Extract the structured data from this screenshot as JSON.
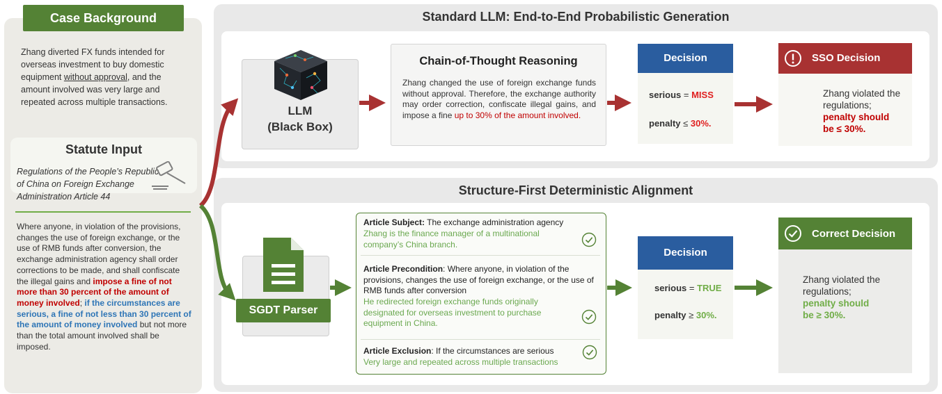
{
  "case": {
    "title": "Case Background",
    "text_1": "Zhang diverted FX funds intended for overseas investment to buy domestic equipment ",
    "text_underlined": "without approval",
    "text_2": ", and the amount involved was very large and repeated across multiple transactions."
  },
  "statute": {
    "title": "Statute Input",
    "regulation": "Regulations of the People’s Republic of China on Foreign Exchange Administration Article 44",
    "body_1": "Where anyone, in violation of the provisions, changes the use of foreign exchange, or the use of RMB funds after conversion, the exchange administration agency shall order corrections to be made, and shall confiscate the illegal gains and ",
    "body_red": "impose a fine of not more than 30 percent of the amount of money involved",
    "body_2": "; ",
    "body_blue": "if the circumstances are serious, a fine of not less than 30 percent of the amount of money involved",
    "body_3": " but not more than the total amount involved shall be imposed."
  },
  "standard": {
    "title": "Standard LLM: End-to-End Probabilistic Generation",
    "llm_label_1": "LLM",
    "llm_label_2": "(Black Box)",
    "cot_title": "Chain-of-Thought Reasoning",
    "cot_text": "Zhang changed the use of foreign exchange funds without approval. Therefore, the exchange authority may order correction, confiscate illegal gains, and impose a fine ",
    "cot_red": "up to 30% of the amount involved.",
    "decision_title": "Decision",
    "serious_label": "serious",
    "serious_eq": " = ",
    "serious_value": "MISS",
    "penalty_label": "penalty",
    "penalty_op": " ≤ ",
    "penalty_value": "30%.",
    "sso_title": "SSO Decision",
    "sso_text": "Zhang violated the regulations;",
    "sso_red_1": "penalty should",
    "sso_red_2": "be ≤ 30%."
  },
  "structure": {
    "title": "Structure-First Deterministic Alignment",
    "parser_label": "SGDT Parser",
    "subject_label": "Article Subject:",
    "subject_text": " The exchange administration agency",
    "subject_green": "Zhang is the finance manager of a multinational company’s China branch.",
    "precondition_label": "Article Precondition",
    "precondition_text": ": Where anyone, in violation of the provisions, changes the use of foreign exchange, or the use of RMB funds after conversion",
    "precondition_green": "He redirected foreign exchange funds originally designated for overseas investment to purchase equipment in China.",
    "exclusion_label": "Article Exclusion",
    "exclusion_text": ": If the circumstances are serious",
    "exclusion_green": "Very large and repeated across multiple transactions",
    "decision_title": "Decision",
    "serious_label": "serious",
    "serious_eq": " = ",
    "serious_value": "TRUE",
    "penalty_label": "penalty",
    "penalty_op": " ≥ ",
    "penalty_value": "30%.",
    "correct_title": "Correct Decision",
    "correct_text": "Zhang violated the regulations;",
    "correct_green_1": "penalty should",
    "correct_green_2": "be ≥ 30%."
  },
  "colors": {
    "green": "#548235",
    "light_green": "#70ad47",
    "blue": "#2a5d9f",
    "red": "#a83232",
    "text_red": "#c00000"
  }
}
